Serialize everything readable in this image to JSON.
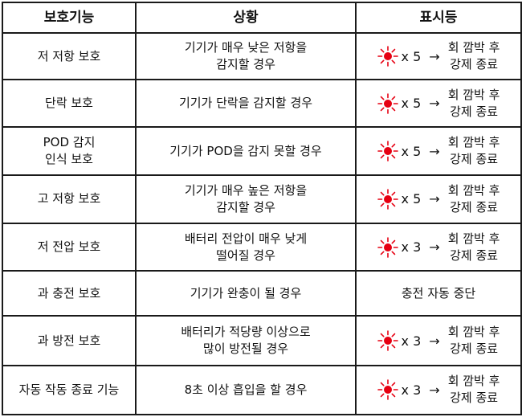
{
  "headers": [
    "보호기능",
    "상황",
    "표시등"
  ],
  "colors": {
    "led_red": "#e60012",
    "border": "#1a1a1a"
  },
  "arrow": "→",
  "rows": [
    {
      "function": "저 저항 보호",
      "situation": "기기가 매우 낮은 저항을\n감지할 경우",
      "indicator": {
        "icon": "red-led-icon",
        "count": "x 5",
        "result": "회 깜박 후\n강제 종료"
      }
    },
    {
      "function": "단락 보호",
      "situation": "기기가 단락을 감지할 경우",
      "indicator": {
        "icon": "red-led-icon",
        "count": "x 5",
        "result": "회 깜박 후\n강제 종료"
      }
    },
    {
      "function": "POD 감지\n인식 보호",
      "situation": "기기가 POD을 감지 못할 경우",
      "indicator": {
        "icon": "red-led-icon",
        "count": "x 5",
        "result": "회 깜박 후\n강제 종료"
      }
    },
    {
      "function": "고 저항 보호",
      "situation": "기기가 매우 높은 저항을\n감지할 경우",
      "indicator": {
        "icon": "red-led-icon",
        "count": "x 5",
        "result": "회 깜박 후\n강제 종료"
      }
    },
    {
      "function": "저 전압 보호",
      "situation": "배터리 전압이 매우 낮게\n떨어질 경우",
      "indicator": {
        "icon": "red-led-icon",
        "count": "x 3",
        "result": "회 깜박 후\n강제 종료"
      }
    },
    {
      "function": "과 충전 보호",
      "situation": "기기가 완충이 될 경우",
      "indicator": {
        "text": "충전 자동 중단"
      }
    },
    {
      "function": "과 방전 보호",
      "situation": "배터리가 적당량 이상으로\n많이 방전될 경우",
      "indicator": {
        "icon": "red-led-icon",
        "count": "x 3",
        "result": "회 깜박 후\n강제 종료"
      }
    },
    {
      "function": "자동 작동 종료 기능",
      "situation": "8초 이상 흡입을 할 경우",
      "indicator": {
        "icon": "red-led-icon",
        "count": "x 3",
        "result": "회 깜박 후\n강제 종료"
      }
    }
  ]
}
